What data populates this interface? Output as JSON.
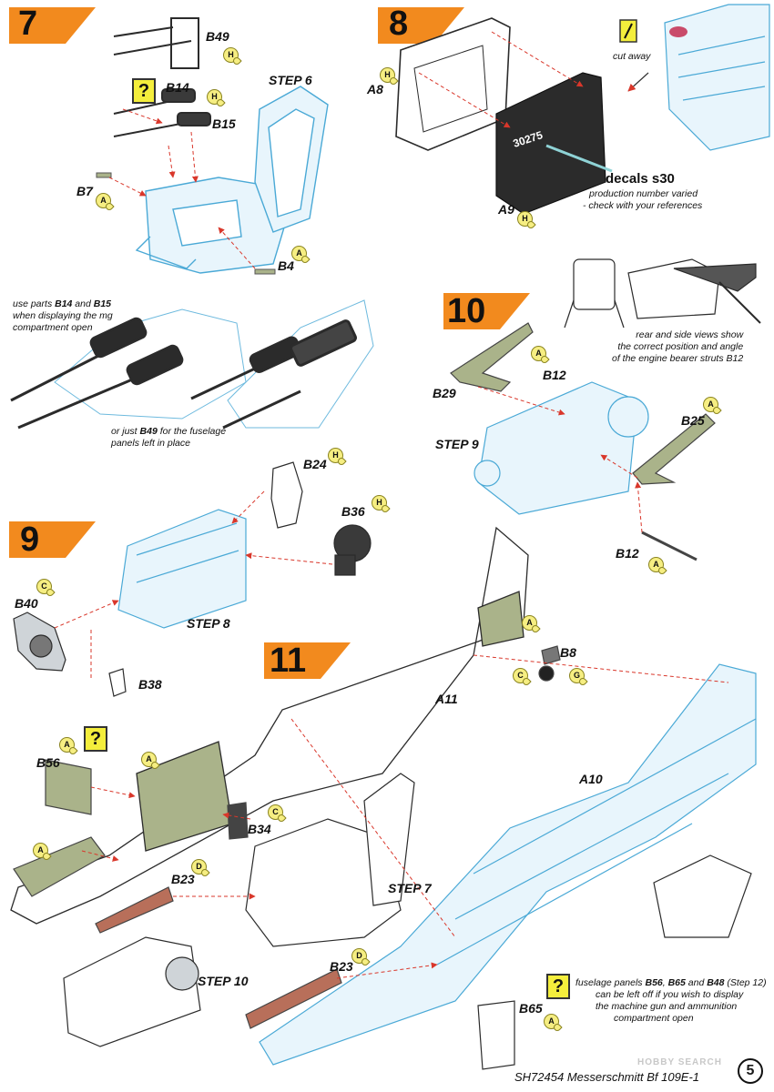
{
  "steps": {
    "step7": "7",
    "step8": "8",
    "step9": "9",
    "step10": "10",
    "step11": "11"
  },
  "sub_steps": {
    "step6": "STEP 6",
    "step9_ref": "STEP 9",
    "step8_ref": "STEP 8",
    "step7_ref": "STEP 7",
    "step10_ref": "STEP 10"
  },
  "parts": {
    "b49": "B49",
    "b14": "B14",
    "b15": "B15",
    "b7": "B7",
    "b4": "B4",
    "a8": "A8",
    "a9": "A9",
    "b29": "B29",
    "b12a": "B12",
    "b25": "B25",
    "b12b": "B12",
    "b24": "B24",
    "b36": "B36",
    "b40": "B40",
    "b38": "B38",
    "a11": "A11",
    "b8": "B8",
    "a10": "A10",
    "b56": "B56",
    "b34": "B34",
    "b23a": "B23",
    "b23b": "B23",
    "b65": "B65"
  },
  "sprue_badges": {
    "b49": "H",
    "b14": "H",
    "b7": "A",
    "b4": "A",
    "a8": "H",
    "a9": "H",
    "b12a": "A",
    "b25": "A",
    "b12b": "A",
    "b24": "H",
    "b36": "H",
    "b40": "C",
    "a11": "A",
    "b8_c": "C",
    "b8_g": "G",
    "b56": "A",
    "b56_part": "A",
    "b34": "C",
    "b23a_left": "A",
    "b23a": "D",
    "b23b": "D",
    "b65": "A"
  },
  "question_mark": "?",
  "notes": {
    "cut_away": "cut away",
    "decals_title": "decals s30",
    "decals_note_1": "production number varied",
    "decals_note_2": "- check with your references",
    "mg_parts_1_pre": "use parts ",
    "mg_parts_1_b14": "B14",
    "mg_parts_1_mid": " and ",
    "mg_parts_1_b15": "B15",
    "mg_parts_2": "when displaying the mg",
    "mg_parts_3": "compartment open",
    "b49_note_pre": "or just ",
    "b49_note_b49": "B49",
    "b49_note_post": " for the fuselage",
    "b49_note_2": "panels left in place",
    "rear_side_1": "rear and side views show",
    "rear_side_2": "the correct position and angle",
    "rear_side_3": "of the engine bearer struts B12",
    "fuselage_1_pre": "fuselage panels ",
    "fuselage_1_b56": "B56",
    "fuselage_1_sep": ", ",
    "fuselage_1_b65": "B65",
    "fuselage_1_and": " and ",
    "fuselage_1_b48": "B48",
    "fuselage_1_post": " (Step 12)",
    "fuselage_2": "can be left off if you wish to display",
    "fuselage_3": "the machine gun and ammunition",
    "fuselage_4": "compartment open"
  },
  "engine_serial": "30275",
  "footer": {
    "title": "SH72454 Messerschmitt Bf 109E-1",
    "watermark": "HOBBY SEARCH",
    "page": "5"
  },
  "colors": {
    "flag_orange": "#f28a1e",
    "wire_blue": "#4aa9d6",
    "part_green": "#aab38a",
    "part_dark": "#2b2b2b",
    "arrow_red": "#d9372b",
    "badge_yellow": "#f6ee82"
  }
}
